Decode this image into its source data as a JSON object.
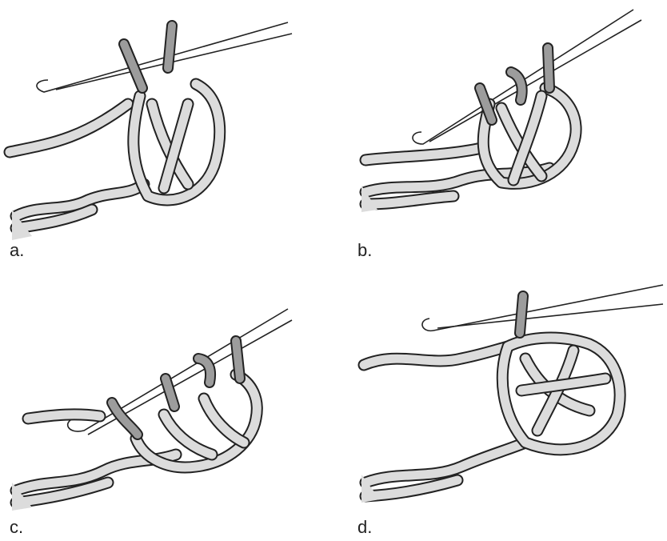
{
  "panels": [
    {
      "id": "a",
      "label": "a."
    },
    {
      "id": "b",
      "label": "b."
    },
    {
      "id": "c",
      "label": "c."
    },
    {
      "id": "d",
      "label": "d."
    }
  ],
  "colors": {
    "outline": "#222222",
    "yarn": "#dcdcdc",
    "loop_on_hook": "#9c9c9c",
    "background": "#ffffff"
  }
}
